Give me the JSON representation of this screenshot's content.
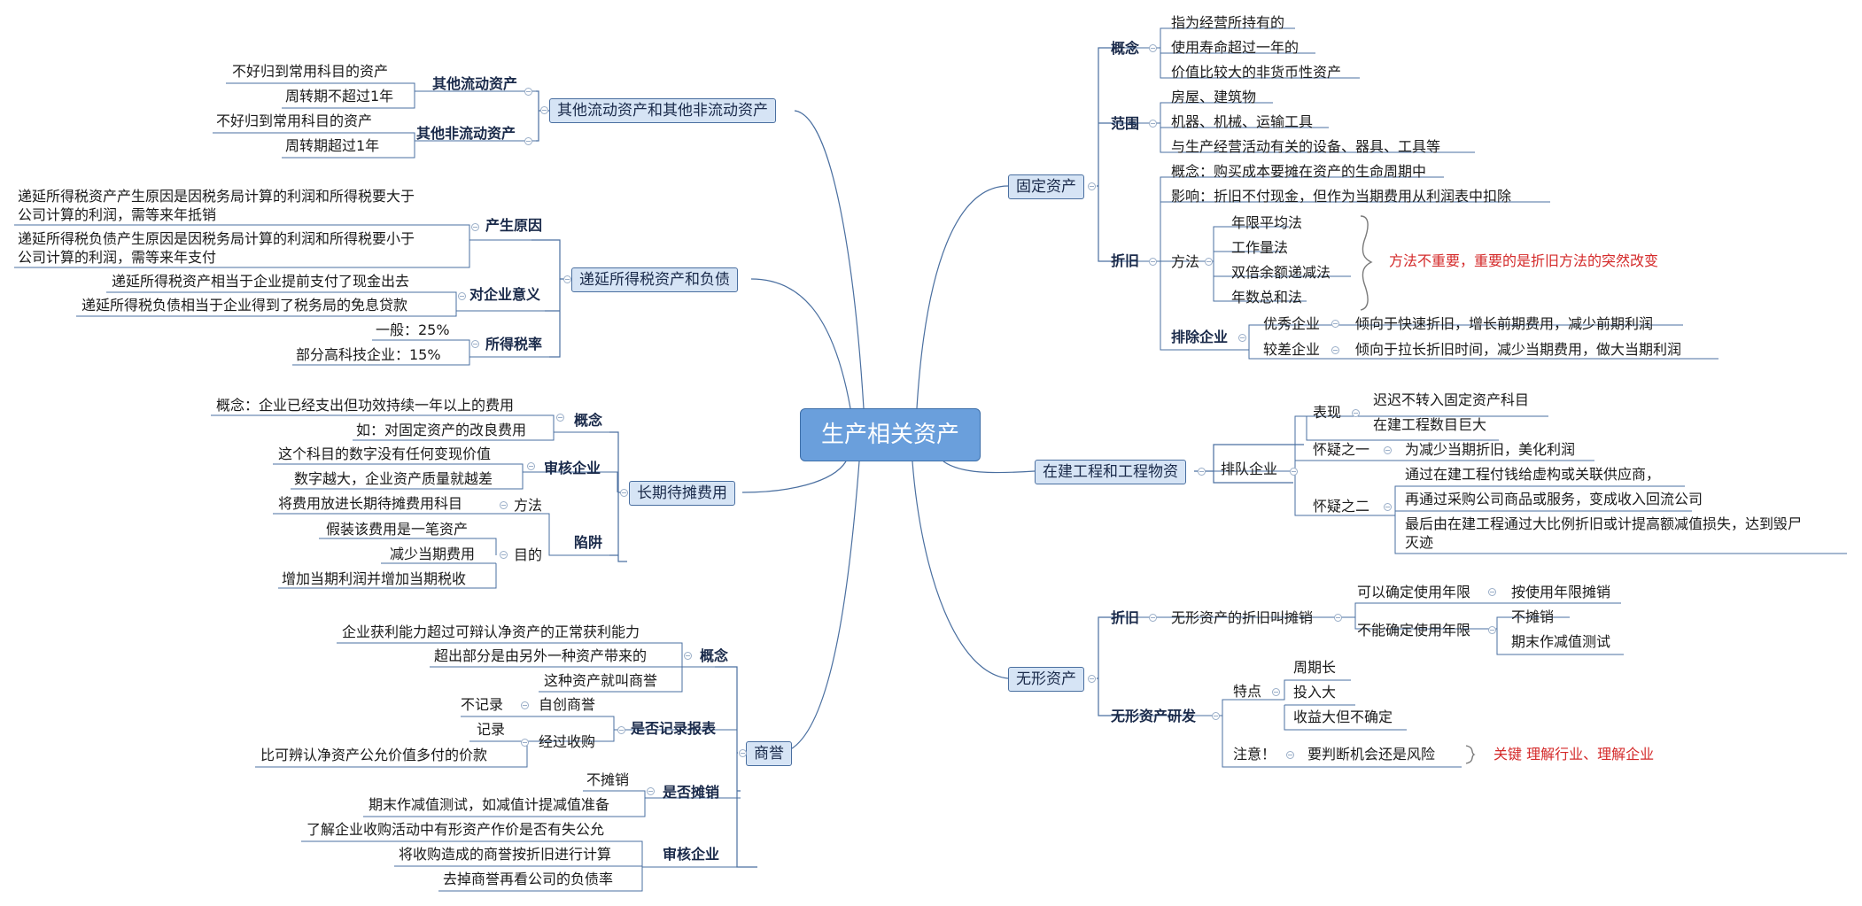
{
  "root": "生产相关资产",
  "left": {
    "other_assets": {
      "label": "其他流动资产和其他非流动资产",
      "current": {
        "label": "其他流动资产",
        "items": [
          "不好归到常用科目的资产",
          "周转期不超过1年"
        ]
      },
      "noncurrent": {
        "label": "其他非流动资产",
        "items": [
          "不好归到常用科目的资产",
          "周转期超过1年"
        ]
      }
    },
    "deferred_tax": {
      "label": "递延所得税资产和负债",
      "cause": {
        "label": "产生原因",
        "asset_l1": "递延所得税资产产生原因是因税务局计算的利润和所得税要大于",
        "asset_l2": "公司计算的利润，需等来年抵销",
        "liab_l1": "递延所得税负债产生原因是因税务局计算的利润和所得税要小于",
        "liab_l2": "公司计算的利润，需等来年支付"
      },
      "meaning": {
        "label": "对企业意义",
        "items": [
          "递延所得税资产相当于企业提前支付了现金出去",
          "递延所得税负债相当于企业得到了税务局的免息贷款"
        ]
      },
      "rate": {
        "label": "所得税率",
        "items": [
          "一般：25%",
          "部分高科技企业：15%"
        ]
      }
    },
    "prepaid": {
      "label": "长期待摊费用",
      "concept": {
        "label": "概念",
        "items": [
          "概念：企业已经支出但功效持续一年以上的费用",
          "如：对固定资产的改良费用"
        ]
      },
      "audit": {
        "label": "审核企业",
        "items": [
          "这个科目的数字没有任何变现价值",
          "数字越大，企业资产质量就越差"
        ]
      },
      "trap": {
        "label": "陷阱",
        "method": "方法",
        "method_item": "将费用放进长期待摊费用科目",
        "purpose": "目的",
        "purpose_items": [
          "假装该费用是一笔资产",
          "减少当期费用",
          "增加当期利润并增加当期税收"
        ]
      }
    },
    "goodwill": {
      "label": "商誉",
      "concept": {
        "label": "概念",
        "items": [
          "企业获利能力超过可辩认净资产的正常获利能力",
          "超出部分是由另外一种资产带来的",
          "这种资产就叫商誉"
        ]
      },
      "record": {
        "label": "是否记录报表",
        "no": "不记录",
        "no_item": "自创商誉",
        "yes": "记录",
        "yes_item": "经过收购",
        "yes_sub": "比可辨认净资产公允价值多付的价款"
      },
      "amort": {
        "label": "是否摊销",
        "items": [
          "不摊销",
          "期末作减值测试，如减值计提减值准备"
        ]
      },
      "audit": {
        "label": "审核企业",
        "items": [
          "了解企业收购活动中有形资产作价是否有失公允",
          "将收购造成的商誉按折旧进行计算",
          "去掉商誉再看公司的负债率"
        ]
      }
    }
  },
  "right": {
    "fixed": {
      "label": "固定资产",
      "concept": {
        "label": "概念",
        "items": [
          "指为经营所持有的",
          "使用寿命超过一年的",
          "价值比较大的非货币性资产"
        ]
      },
      "scope": {
        "label": "范围",
        "items": [
          "房屋、建筑物",
          "机器、机械、运输工具",
          "与生产经营活动有关的设备、器具、工具等"
        ]
      },
      "dep": {
        "label": "折旧",
        "concept": "概念：购买成本要摊在资产的生命周期中",
        "impact": "影响：折旧不付现金，但作为当期费用从利润表中扣除",
        "method": {
          "label": "方法",
          "items": [
            "年限平均法",
            "工作量法",
            "双倍余额递减法",
            "年数总和法"
          ],
          "note": "方法不重要，重要的是折旧方法的突然改变"
        },
        "exclude": {
          "label": "排除企业",
          "good": "优秀企业",
          "good_note": "倾向于快速折旧，增长前期费用，减少前期利润",
          "bad": "较差企业",
          "bad_note": "倾向于拉长折旧时间，减少当期费用，做大当期利润"
        }
      }
    },
    "construction": {
      "label": "在建工程和工程物资",
      "exclude": "排队企业",
      "show": {
        "label": "表现",
        "items": [
          "迟迟不转入固定资产科目",
          "在建工程数目巨大"
        ]
      },
      "doubt1": {
        "label": "怀疑之一",
        "item": "为减少当期折旧，美化利润"
      },
      "doubt2": {
        "label": "怀疑之二",
        "items": [
          "通过在建工程付钱给虚构或关联供应商，",
          "再通过采购公司商品或服务，变成收入回流公司"
        ],
        "last_l1": "最后由在建工程通过大比例折旧或计提高额减值损失，达到毁尸",
        "last_l2": "灭迹"
      }
    },
    "intangible": {
      "label": "无形资产",
      "dep": {
        "label": "折旧",
        "desc": "无形资产的折旧叫摊销",
        "definite": "可以确定使用年限",
        "definite_item": "按使用年限摊销",
        "indefinite": "不能确定使用年限",
        "indefinite_items": [
          "不摊销",
          "期末作减值测试"
        ]
      },
      "rd": {
        "label": "无形资产研发",
        "feature": "特点",
        "feature_items": [
          "周期长",
          "投入大",
          "收益大但不确定"
        ],
        "note": "注意！",
        "note_item": "要判断机会还是风险",
        "key": "关键 理解行业、理解企业"
      }
    }
  },
  "colors": {
    "root_fill": "#6a9fdc",
    "branch_fill": "#d6e4f5",
    "line": "#4a6fa0",
    "accent": "#d42a2a"
  }
}
